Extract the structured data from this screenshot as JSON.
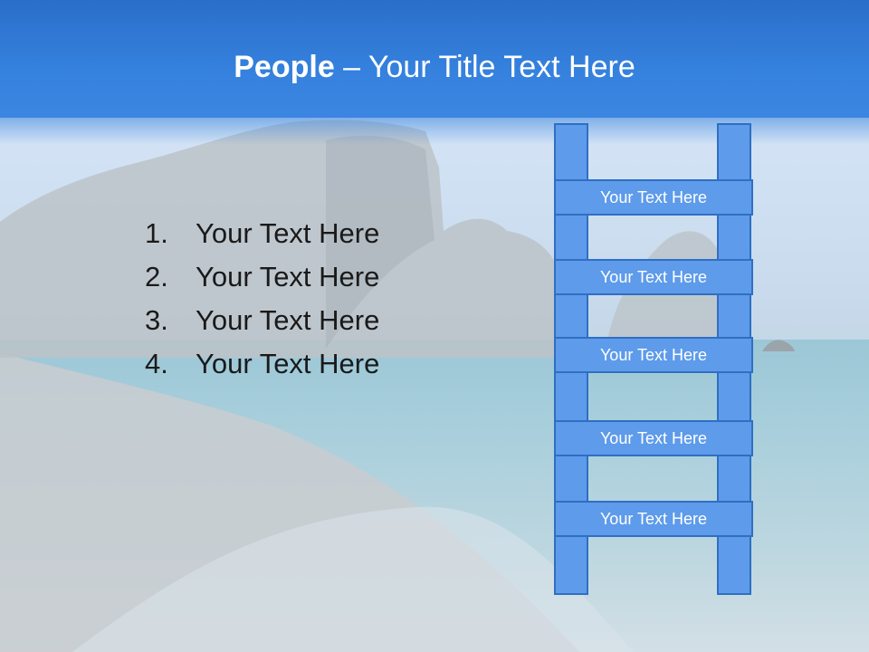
{
  "slide": {
    "title_bold": "People",
    "title_rest": " – Your Title Text Here",
    "list": [
      {
        "num": "1.",
        "text": "Your Text Here"
      },
      {
        "num": "2.",
        "text": "Your Text Here"
      },
      {
        "num": "3.",
        "text": "Your Text Here"
      },
      {
        "num": "4.",
        "text": "Your Text Here"
      }
    ],
    "ladder_steps": [
      "Your Text Here",
      "Your Text Here",
      "Your Text Here",
      "Your Text Here",
      "Your Text Here"
    ]
  },
  "colors": {
    "header": "#3581de",
    "ladder_fill": "#5e9bea",
    "ladder_border": "#2f6fc2"
  }
}
